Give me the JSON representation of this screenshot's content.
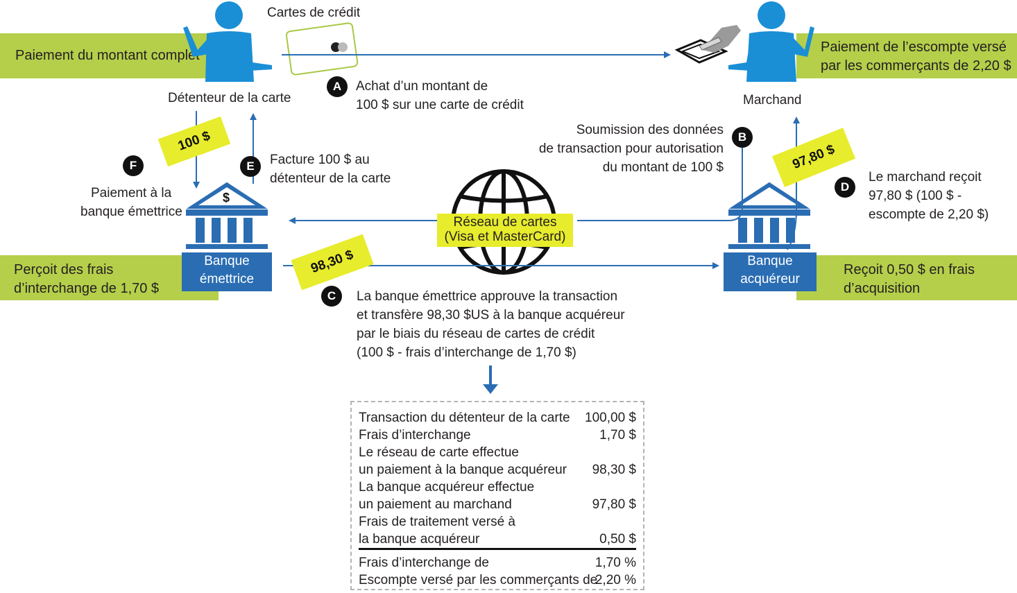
{
  "colors": {
    "blue": "#2a6db3",
    "green": "#b5cf4b",
    "yellow": "#e7ec2c",
    "dark": "#111111"
  },
  "cardholder": {
    "label": "Détenteur de la carte",
    "banner": "Paiement du montant complet",
    "card_label": "Cartes de crédit"
  },
  "merchant": {
    "label": "Marchand",
    "banner_line1": "Paiement de l’escompte versé",
    "banner_line2": "par les commerçants de 2,20 $"
  },
  "issuer": {
    "label_line1": "Banque",
    "label_line2": "émettrice",
    "banner_line1": "Perçoit des frais",
    "banner_line2": "d’interchange de 1,70 $",
    "symbol": "$"
  },
  "acquirer": {
    "label_line1": "Banque",
    "label_line2": "acquéreur",
    "banner_line1": "Reçoit 0,50 $ en frais",
    "banner_line2": "d’acquisition"
  },
  "network": {
    "line1": "Réseau de cartes",
    "line2": "(Visa et MasterCard)"
  },
  "tags": {
    "f": "100 $",
    "c": "98,30 $",
    "d": "97,80 $"
  },
  "steps": {
    "a": {
      "letter": "A",
      "line1": "Achat d’un montant de",
      "line2": "100 $ sur une carte de crédit"
    },
    "b": {
      "letter": "B",
      "line1": "Soumission des données",
      "line2": "de transaction pour autorisation",
      "line3": "du montant de 100 $"
    },
    "c": {
      "letter": "C",
      "line1": "La banque émettrice approuve la transaction",
      "line2": "et transfère 98,30 $US à la banque acquéreur",
      "line3": "par le biais du réseau de cartes de crédit",
      "line4": "(100 $ - frais d’interchange de 1,70 $)"
    },
    "d": {
      "letter": "D",
      "line1": "Le marchand reçoit",
      "line2": "97,80 $ (100 $ -",
      "line3": "escompte de 2,20 $)"
    },
    "e": {
      "letter": "E",
      "line1": "Facture 100 $ au",
      "line2": "détenteur de la carte"
    },
    "f": {
      "letter": "F",
      "line1": "Paiement à la",
      "line2": "banque émettrice"
    }
  },
  "summary": {
    "rows": [
      {
        "label": "Transaction du détenteur de la carte",
        "value": "100,00 $"
      },
      {
        "label": "Frais d’interchange",
        "value": "1,70 $"
      },
      {
        "label": "Le réseau de carte effectue",
        "value": ""
      },
      {
        "label": "un paiement à la banque acquéreur",
        "value": "98,30 $"
      },
      {
        "label": "La banque acquéreur effectue",
        "value": ""
      },
      {
        "label": "un paiement au marchand",
        "value": "97,80 $"
      },
      {
        "label": "Frais de traitement versé à",
        "value": ""
      },
      {
        "label": "la banque acquéreur",
        "value": "0,50 $"
      }
    ],
    "totals": [
      {
        "label": "Frais d’interchange de",
        "value": "1,70 %"
      },
      {
        "label": "Escompte versé par les commerçants de",
        "value": "2,20 %"
      }
    ]
  }
}
